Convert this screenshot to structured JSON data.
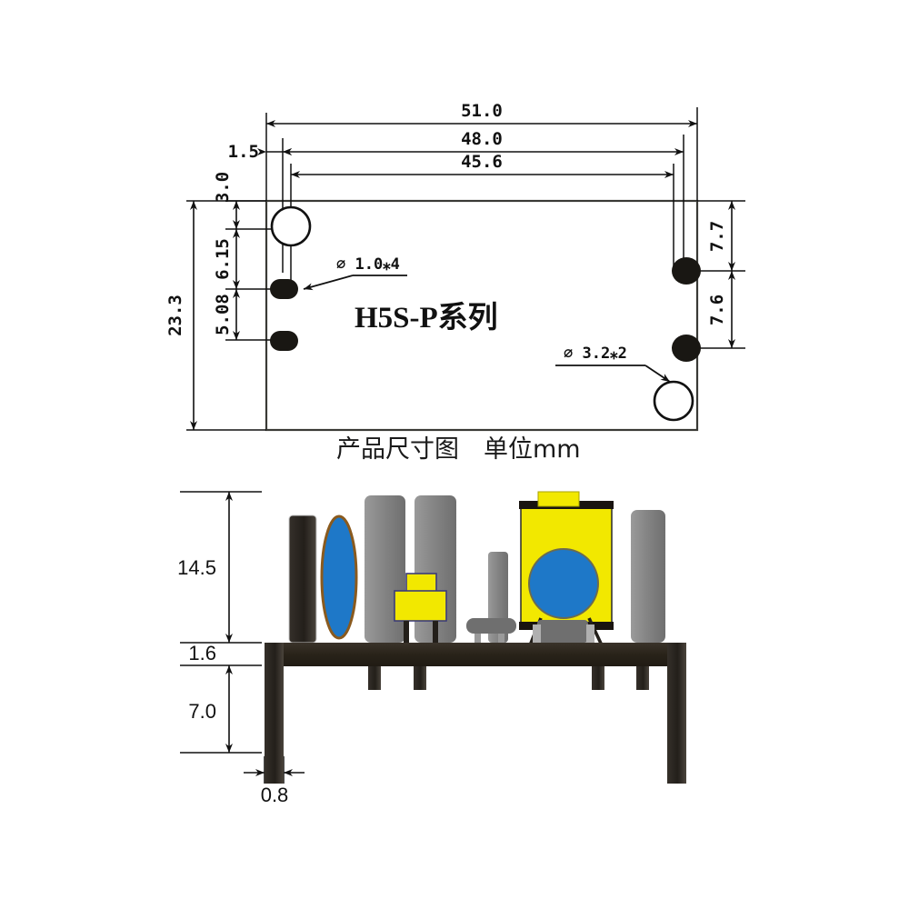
{
  "drawing": {
    "title_label": "H5S-P系列",
    "caption": "产品尺寸图　单位mm",
    "units": "mm",
    "top_view": {
      "name": "product-dimension-top-view",
      "horizontal_dimensions": [
        {
          "value": "51.0",
          "desc": "overall-width"
        },
        {
          "value": "48.0",
          "desc": "mounting-hole-span"
        },
        {
          "value": "45.6",
          "desc": "pad-span"
        },
        {
          "value": "1.5",
          "desc": "left-edge-offset"
        }
      ],
      "vertical_dimensions": [
        {
          "value": "23.3",
          "desc": "overall-height"
        },
        {
          "value": "3.0",
          "desc": "top-edge-to-hole"
        },
        {
          "value": "6.15",
          "desc": "hole-to-pad"
        },
        {
          "value": "5.08",
          "desc": "pad-pitch"
        },
        {
          "value": "7.7",
          "desc": "right-top-offset"
        },
        {
          "value": "7.6",
          "desc": "right-pad-pitch"
        }
      ],
      "callouts": [
        {
          "value": "⌀ 1.0⁎4",
          "desc": "pin-hole-diameter-qty"
        },
        {
          "value": "⌀ 3.2⁎2",
          "desc": "mounting-hole-diameter-qty"
        }
      ]
    },
    "side_view": {
      "name": "product-dimension-side-view",
      "vertical_dimensions": [
        {
          "value": "14.5",
          "desc": "component-height"
        },
        {
          "value": "1.6",
          "desc": "pcb-thickness"
        },
        {
          "value": "7.0",
          "desc": "pin-length"
        }
      ],
      "horizontal_dimensions": [
        {
          "value": "0.8",
          "desc": "pin-width"
        }
      ]
    },
    "colors": {
      "yellow_capacitor": "#F2E800",
      "blue_core": "#1E78C8",
      "grey_component": "#858585",
      "dark_component": "#2B2620",
      "pcb_dark": "#2A241D",
      "outline": "#3A3A36",
      "line": "#111111"
    }
  }
}
